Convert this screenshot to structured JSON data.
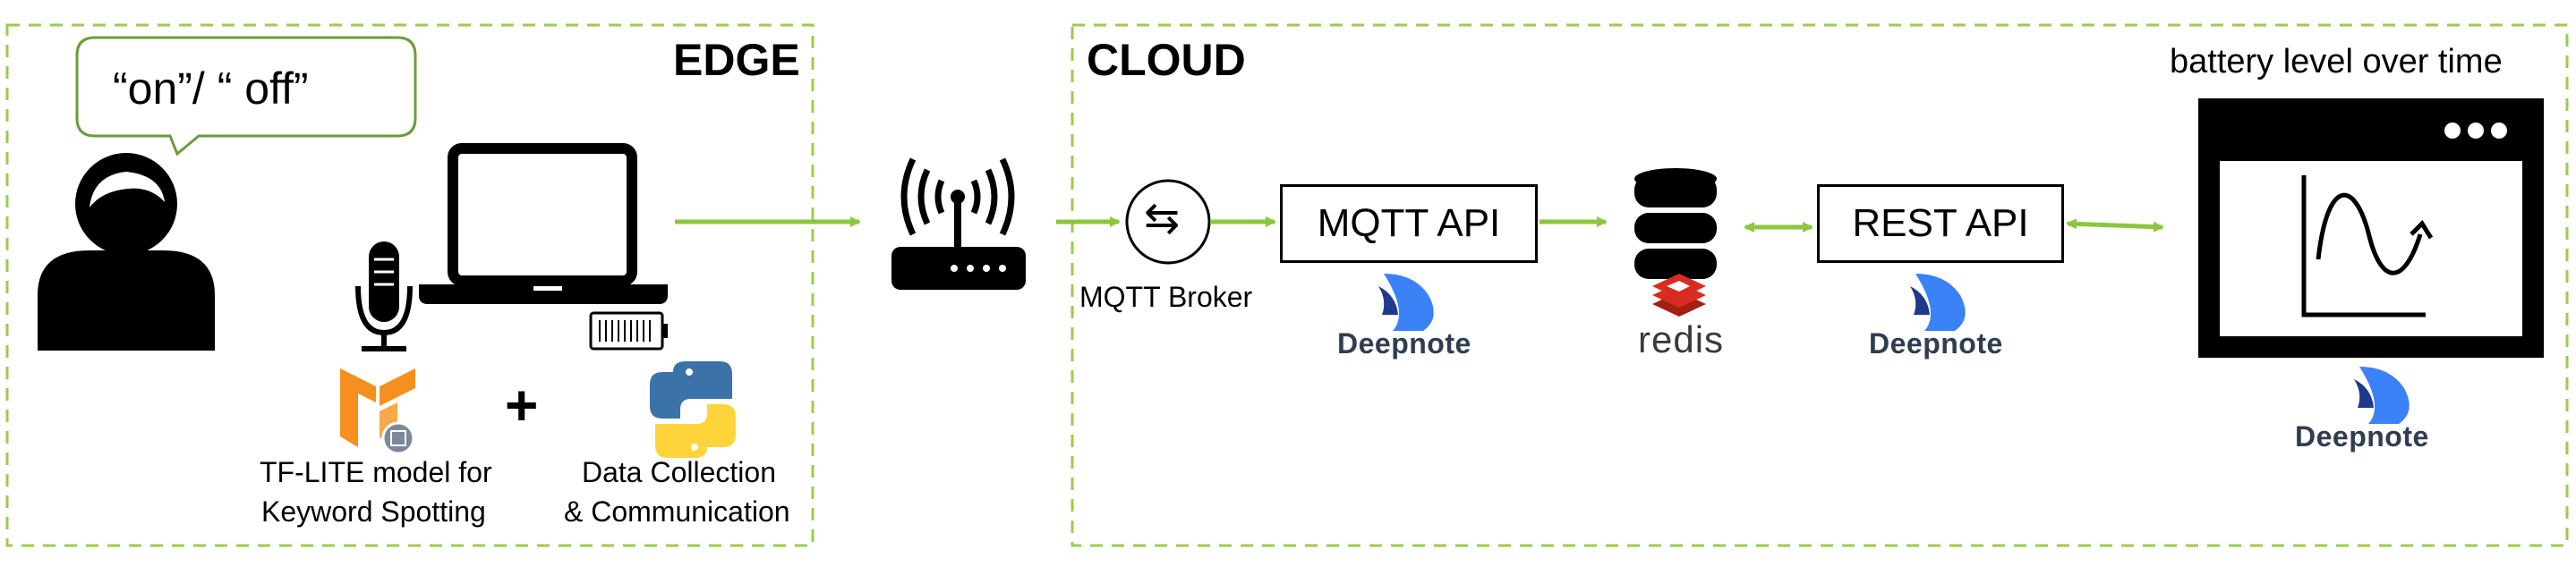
{
  "edge": {
    "title": "EDGE",
    "speech_bubble": "“on”/ “ off”",
    "tflite_caption_line1": "TF-LITE model for",
    "tflite_caption_line2": "Keyword Spotting",
    "plus": "+",
    "python_caption_line1": "Data Collection",
    "python_caption_line2": "& Communication"
  },
  "cloud": {
    "title": "CLOUD",
    "broker_label": "MQTT Broker",
    "broker_icon": "⇆",
    "mqtt_api_label": "MQTT API",
    "rest_api_label": "REST API",
    "redis_label": "redis",
    "deepnote_label": "Deepnote",
    "dashboard_title": "battery level over time"
  },
  "colors": {
    "dashed_border": "#9acd4b",
    "arrow": "#8cc63f",
    "tf_orange": "#f58f1f",
    "python_blue": "#3b73a8",
    "python_yellow": "#ffd43b",
    "deepnote_blue": "#3b82f6",
    "redis_red": "#d82c20"
  },
  "icons": [
    "person-icon",
    "microphone-icon",
    "laptop-icon",
    "battery-icon",
    "tensorflow-icon",
    "python-icon",
    "router-icon",
    "database-icon",
    "redis-icon",
    "deepnote-icon",
    "browser-window-icon"
  ]
}
